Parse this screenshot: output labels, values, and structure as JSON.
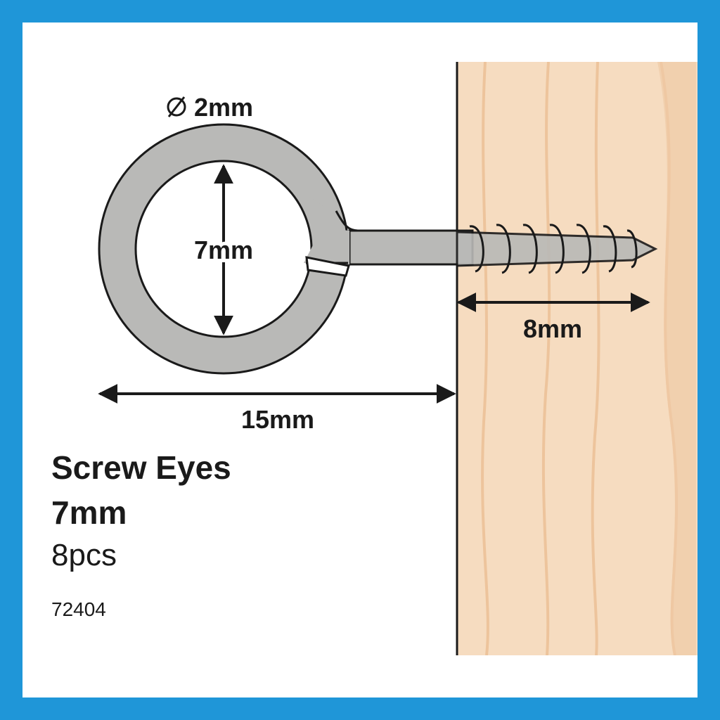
{
  "colors": {
    "frame": "#1f96d8",
    "background": "#ffffff",
    "wood": "#f6dcc0",
    "wood_grain": "#edc49c",
    "metal": "#b9b9b7",
    "outline": "#1a1a1a"
  },
  "dimensions": {
    "wire_diameter": "2mm",
    "eye_inner": "7mm",
    "thread_length": "8mm",
    "total_length": "15mm"
  },
  "product": {
    "name": "Screw Eyes",
    "size": "7mm",
    "quantity": "8pcs",
    "code": "72404"
  }
}
